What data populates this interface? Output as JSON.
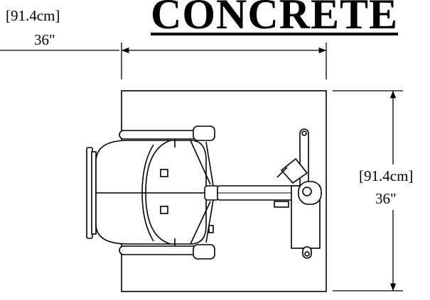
{
  "title": "CONCRETE",
  "width_dimension": {
    "metric": "[91.4cm]",
    "imperial": "36\""
  },
  "height_dimension": {
    "metric": "[91.4cm]",
    "imperial": "36\""
  }
}
